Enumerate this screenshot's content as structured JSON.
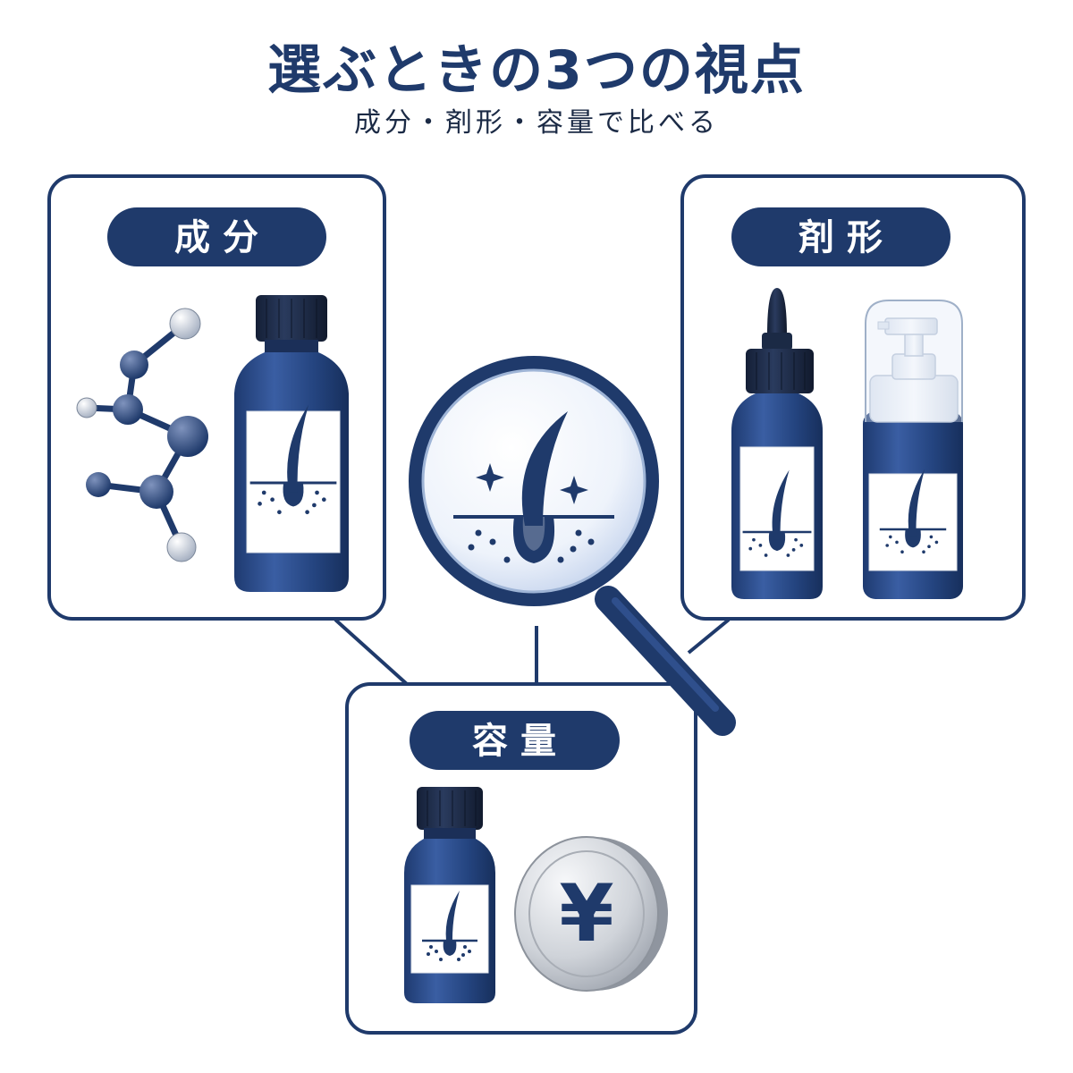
{
  "header": {
    "title": "選ぶときの3つの視点",
    "subtitle": "成分・剤形・容量で比べる"
  },
  "panels": {
    "ingredients": {
      "label": "成分"
    },
    "form": {
      "label": "剤形"
    },
    "volume": {
      "label": "容量"
    }
  },
  "coin": {
    "symbol": "¥"
  },
  "colors": {
    "navy": "#1f3a6b",
    "bottle": "#2b4a8a",
    "cap": "#1b2a45",
    "silver": "#c9ccd2"
  }
}
